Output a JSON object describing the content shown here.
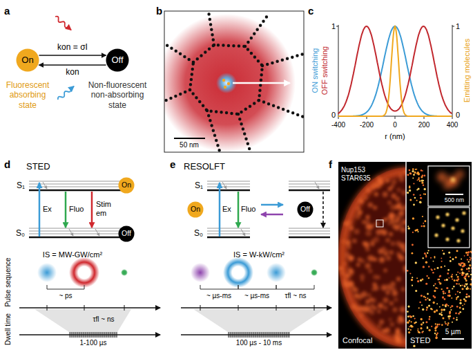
{
  "diagram": {
    "nodes": [
      {
        "text": [
          "On",
          "Fluorescent absorbing state"
        ]
      },
      {
        "text": [
          "Off",
          "Non-fluorescent non-absorbing state"
        ]
      },
      {
        "text": [
          "On"
        ]
      },
      {
        "text": [
          "Off"
        ]
      },
      {
        "text": [
          "On"
        ]
      },
      {
        "text": [
          "Off"
        ]
      }
    ],
    "edges": [
      {
        "from": 0,
        "to": 1,
        "label": "kon = σI",
        "arrow": "to"
      },
      {
        "from": 1,
        "to": 0,
        "label": "kon",
        "arrow": "to"
      }
    ],
    "labels": [
      "a",
      "b",
      "50 nm",
      "c",
      "ON switching",
      "OFF switching",
      "Emitting molecules",
      "1",
      "0",
      "1",
      "0",
      "-400",
      "-200",
      "0",
      "200",
      "400",
      "r (nm)",
      "d",
      "STED",
      "S₁",
      "S₀",
      "Ex",
      "Fluo",
      "Stim em",
      "IS = MW-GW/cm²",
      "Pulse sequence",
      "~ ps",
      "τfl ~ ns",
      "Dwell time",
      "1-100 µs",
      "e",
      "RESOLFT",
      "S₁",
      "S₀",
      "Ex",
      "Fluo",
      "IS = W-kW/cm²",
      "~ µs-ms",
      "~ µs-ms",
      "τfl ~ ns",
      "100 µs - 10 ms",
      "f",
      "Nup153",
      "STAR635",
      "Confocal",
      "STED",
      "500 nm",
      "5 µm"
    ]
  }
}
